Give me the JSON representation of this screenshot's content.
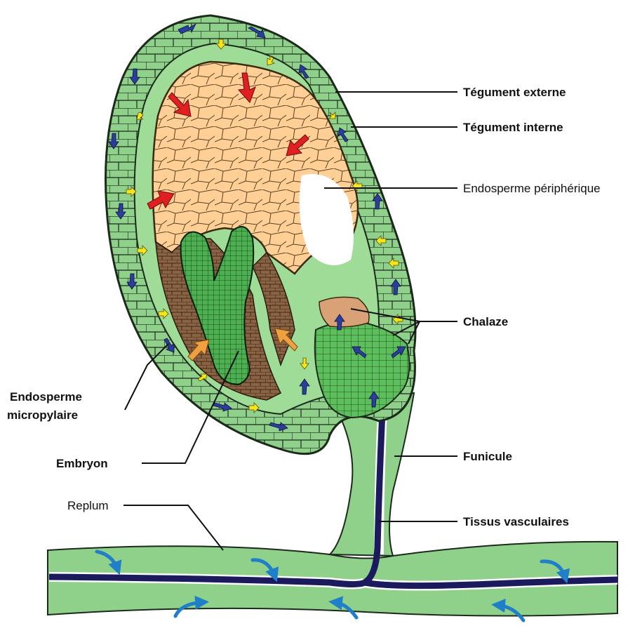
{
  "labels": {
    "tegument_externe": "Tégument externe",
    "tegument_interne": "Tégument interne",
    "endosperme_peripherique": "Endosperme périphérique",
    "chalaze": "Chalaze",
    "endosperme_micropylaire_line1": "Endosperme",
    "endosperme_micropylaire_line2": "micropylaire",
    "embryon": "Embryon",
    "funicule": "Funicule",
    "replum": "Replum",
    "tissus_vasculaires": "Tissus vasculaires"
  },
  "colors": {
    "tissue_green": "#8fd08a",
    "tissue_outline": "#1c2a1c",
    "embryo_green": "#4caf50",
    "endosperm_peach": "#ffcf96",
    "endosperm_brown": "#8a6244",
    "chalaza_tan": "#d9a276",
    "vascular_navy": "#1a1a5c",
    "arrow_red": "#e02020",
    "arrow_orange": "#f0a040",
    "arrow_yellow": "#f5e61e",
    "arrow_blue": "#2c3e9c",
    "arrow_cyan": "#1f7fc8"
  }
}
